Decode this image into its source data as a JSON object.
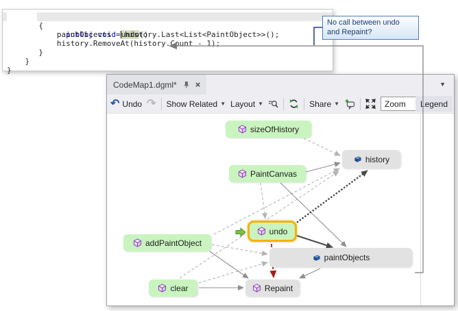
{
  "code_editor": {
    "line1": {
      "indent": "       ",
      "keywords": "public void ",
      "name": "undo",
      "suffix": "()"
    },
    "line2": "       {",
    "line3": "           paintObjects = history.Last<List<PaintObject>>();",
    "line4": "           history.RemoveAt(history.Count - 1);",
    "line5": "       }",
    "line6": "    }",
    "line7": "}"
  },
  "annotation": {
    "text": "No call between undo and Repaint?"
  },
  "map_window": {
    "tab_title": "CodeMap1.dgml*",
    "toolbar": {
      "undo_label": "Undo",
      "show_related_label": "Show Related",
      "layout_label": "Layout",
      "share_label": "Share",
      "zoom_label": "Zoom",
      "legend_label": "Legend"
    },
    "graph": {
      "question_mark": "?",
      "nodes": [
        {
          "id": "sizeOfHistory",
          "label": "sizeOfHistory",
          "kind": "method",
          "style": "green"
        },
        {
          "id": "history",
          "label": "history",
          "kind": "field",
          "style": "gray"
        },
        {
          "id": "PaintCanvas",
          "label": "PaintCanvas",
          "kind": "method",
          "style": "green"
        },
        {
          "id": "undo",
          "label": "undo",
          "kind": "method",
          "style": "green",
          "selected": true
        },
        {
          "id": "addPaintObject",
          "label": "addPaintObject",
          "kind": "method",
          "style": "green"
        },
        {
          "id": "paintObjects",
          "label": "paintObjects",
          "kind": "field",
          "style": "gray"
        },
        {
          "id": "clear",
          "label": "clear",
          "kind": "method",
          "style": "green"
        },
        {
          "id": "Repaint",
          "label": "Repaint",
          "kind": "method",
          "style": "gray"
        }
      ]
    }
  },
  "colors": {
    "selected_node_border": "#f2b400",
    "green_node": "#c9f4bf",
    "gray_node": "#e2e2e2",
    "missing_link_red": "#a51c1c",
    "tooltip_border_blue": "#4a7cba",
    "keyword_blue": "#0010c8"
  }
}
